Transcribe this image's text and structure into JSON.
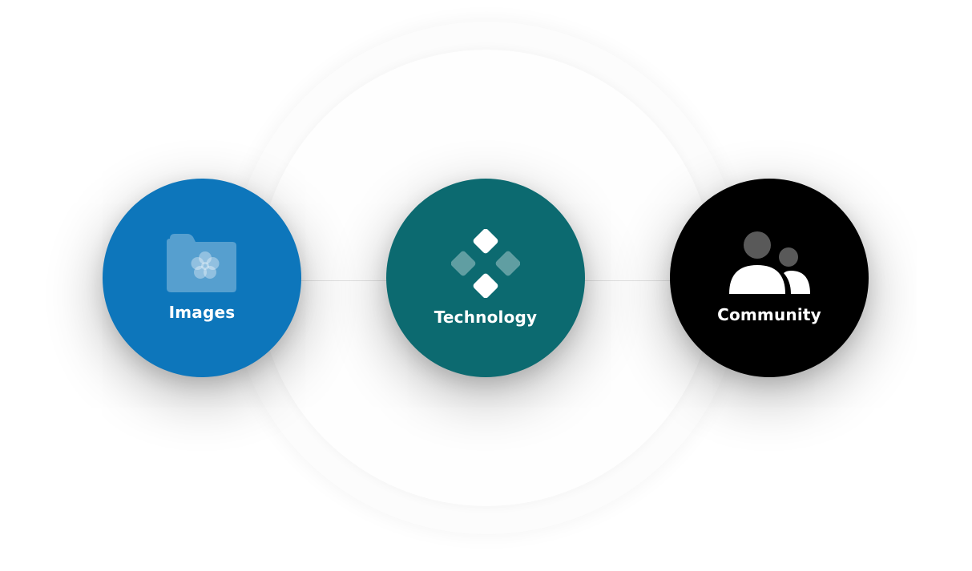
{
  "nodes": [
    {
      "label": "Images",
      "icon": "folder-flower-icon",
      "color": "#0d76bb"
    },
    {
      "label": "Technology",
      "icon": "diamond-cluster-icon",
      "color": "#0c6a70"
    },
    {
      "label": "Community",
      "icon": "people-icon",
      "color": "#000000"
    }
  ],
  "colors": {
    "background": "#ffffff",
    "halo": "#fcfcfc",
    "connector": "#e4e4e4"
  }
}
